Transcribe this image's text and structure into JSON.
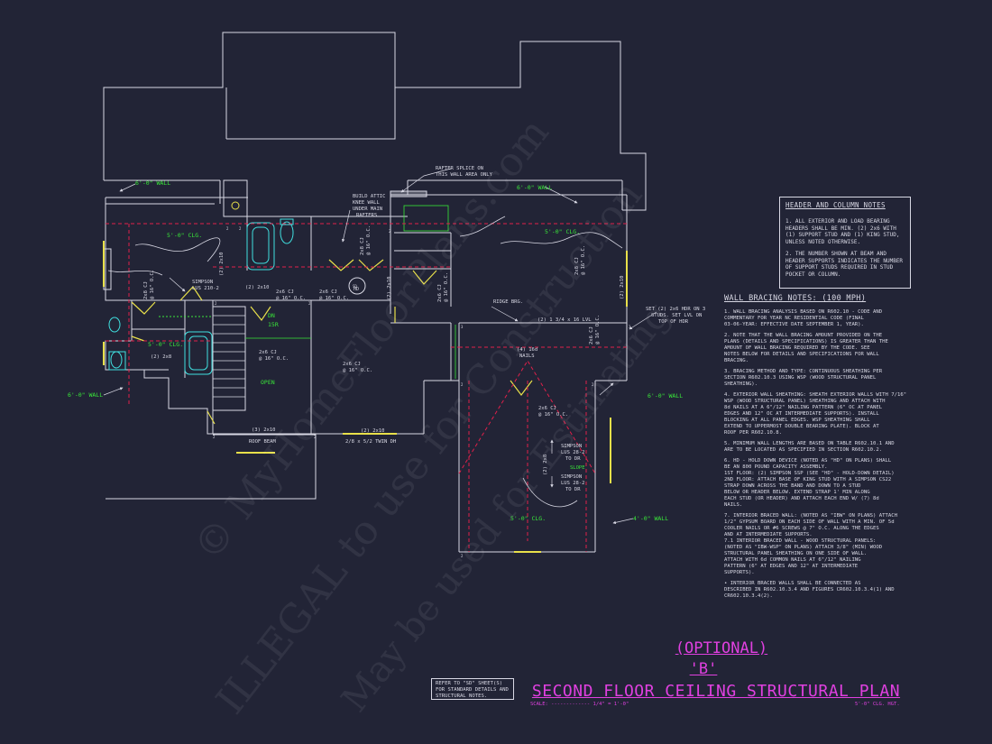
{
  "labels": {
    "wall_6_left": "6'-0\" WALL",
    "wall_6_mid": "6'-0\" WALL",
    "wall_6_right": "6'-0\" WALL",
    "wall_4_right": "4'-0\" WALL",
    "wall_6_far_left": "6'-0\" WALL",
    "clg_left": "5'-0\" CLG.",
    "clg_right": "5'-0\" CLG.",
    "clg_bath": "5'-0\" CLG.",
    "clg_bottom": "5'-0\" CLG.",
    "rafter_splice_1": "RAFTER SPLICE ON",
    "rafter_splice_2": "THIS WALL AREA ONLY",
    "attic_1": "BUILD ATTIC",
    "attic_2": "KNEE WALL",
    "attic_3": "UNDER MAIN",
    "attic_4": "RAFTERS",
    "simpson_lus_1": "SIMPSON",
    "simpson_lus_2": "LUS 210-2",
    "hdr_2x10_a": "(2) 2x10",
    "hdr_2x10_b": "(2) 2x10",
    "hdr_2x10_c": "(2) 2x10",
    "hdr_2x10_d": "(2) 2x10",
    "hdr_2x10_e": "(2) 2x10",
    "hdr_2x10_f": "(2) 2x10",
    "hdr_3_2x10": "(3) 2x10",
    "hdr_2x8": "(2) 2x8",
    "cj_2x6_a": "2x6 CJ",
    "cj_2x6_a2": "@ 16\" O.C.",
    "cj_2x6_b": "2x6 CJ",
    "cj_2x6_b2": "@ 16\" O.C.",
    "cj_2x6_c": "2x6 CJ",
    "cj_2x6_c2": "@ 16\" O.C.",
    "cj_2x6_d": "2x6 CJ",
    "cj_2x6_d2": "@ 16\" O.C.",
    "cj_2x6_e": "2x6 CJ",
    "cj_2x6_e2": "@ 16\" O.C.",
    "cj_2x8_a": "2x8 CJ",
    "cj_2x8_a2": "@ 16\" O.C.",
    "cj_2x8_b": "2x8 CJ",
    "cj_2x8_b2": "@ 16\" O.C.",
    "cj_2x8_c": "2x8 CJ",
    "cj_2x8_c2": "@ 16\" O.C.",
    "hd_label": "HD",
    "hd_sub": "SD",
    "dn": "DN",
    "dn_num": "15R",
    "open": "OPEN",
    "roof_beam": "ROOF BEAM",
    "twin_dh": "2/8 x 5/2 TWIN DH",
    "ridge_brg": "RIDGE BRG.",
    "lvl": "(2) 1 3/4 x 16 LVL",
    "set_hdr_1": "SET (2) 2x6 HDR ON 3",
    "set_hdr_2": "STUDS. SET LVL ON",
    "set_hdr_3": "TOP OF HDR",
    "nails_1": "(4) 16d",
    "nails_2": "NAILS",
    "simp_a1": "SIMPSON",
    "simp_a2": "LUS 28-2",
    "simp_a3": "TO DR",
    "slope": "SLOPE",
    "simp_b1": "SIMPSON",
    "simp_b2": "LUS 28-2",
    "simp_b3": "TO DR"
  },
  "header_notes": {
    "title": "HEADER AND COLUMN NOTES",
    "n1": "1. ALL EXTERIOR AND LOAD BEARING HEADERS SHALL BE MIN. (2) 2x6 WITH (1) SUPPORT STUD AND (1) KING STUD, UNLESS NOTED OTHERWISE.",
    "n2": "2. THE NUMBER SHOWN AT BEAM AND HEADER SUPPORTS INDICATES THE NUMBER OF SUPPORT STUDS REQUIRED IN STUD POCKET OR COLUMN."
  },
  "wall_bracing": {
    "title": "WALL BRACING NOTES: (100 MPH)",
    "n1": "1.   WALL BRACING ANALYSIS BASED ON R602.10 - CODE AND\n      COMMENTARY FOR YEAR NC RESIDENTIAL CODE (FINAL\n      03-06-YEAR: EFFECTIVE DATE SEPTEMBER 1, YEAR).",
    "n2": "2.   NOTE THAT THE WALL BRACING AMOUNT PROVIDED ON THE\n      PLANS (DETAILS AND SPECIFICATIONS) IS GREATER THAN THE\n      AMOUNT OF WALL BRACING REQUIRED BY THE CODE. SEE\n      NOTES BELOW FOR DETAILS AND SPECIFICATIONS FOR WALL\n      BRACING.",
    "n3": "3.   BRACING METHOD AND TYPE: CONTINUOUS SHEATHING PER\n      SECTION R602.10.3 USING WSP (WOOD STRUCTURAL PANEL\n      SHEATHING).",
    "n4": "4.   EXTERIOR WALL SHEATHING: SHEATH EXTERIOR WALLS WITH 7/16\"\n      WSP (WOOD STRUCTURAL PANEL) SHEATHING AND ATTACH WITH\n      8d NAILS AT A 6\"/12\" NAILING PATTERN (6\" OC AT PANEL\n      EDGES AND 12\" OC AT INTERMEDIATE SUPPORTS). INSTALL\n      BLOCKING AT ALL PANEL EDGES. WSP SHEATHING SHALL\n      EXTEND TO UPPERMOST DOUBLE BEARING PLATE). BLOCK AT\n      ROOF PER R602.10.8.",
    "n5": "5.   MINIMUM WALL LENGTHS ARE BASED ON TABLE R602.10.1 AND\n      ARE TO BE LOCATED AS SPECIFIED IN SECTION R602.10.2.",
    "n6": "6.   HD - HOLD DOWN DEVICE (NOTED AS \"HD\" ON PLANS) SHALL\n      BE AN 800 POUND CAPACITY ASSEMBLY.\n      1ST FLOOR: (2) SIMPSON SSP (SEE \"HD\" - HOLD-DOWN DETAIL)\n      2ND FLOOR: ATTACH BASE OF KING STUD WITH A SIMPSON CS22\n      STRAP DOWN ACROSS THE BAND AND DOWN TO A STUD\n      BELOW OR HEADER BELOW. EXTEND STRAP 1' MIN ALONG\n      EACH STUD (OR HEADER) AND ATTACH EACH END W/ (7) 8d\n      NAILS.",
    "n7": "7.   INTERIOR BRACED WALL: (NOTED AS \"IBW\" ON PLANS) ATTACH\n      1/2\" GYPSUM BOARD ON EACH SIDE OF WALL WITH A MIN. OF 5d\n      COOLER NAILS OR #6 SCREWS @ 7\" O.C. ALONG THE EDGES\n      AND AT INTERMEDIATE SUPPORTS.\n   7.1     INTERIOR BRACED WALL - WOOD STRUCTURAL PANELS:\n      (NOTED AS \"IBW-WSP\" ON PLANS) ATTACH 3/8\" (MIN) WOOD\n      STRUCTURAL PANEL SHEATHING ON ONE SIDE OF WALL.\n      ATTACH WITH 6d COMMON NAILS AT 6\"/12\" NAILING\n      PATTERN (6\" AT EDGES AND 12\" AT INTERMEDIATE\n      SUPPORTS).",
    "n8": "•    INTERIOR BRACED WALLS SHALL BE CONNECTED AS\n      DESCRIBED IN R602.10.3.4 AND FIGURES CR602.10.3.4(1) AND\n      CR602.10.3.4(2)."
  },
  "ref_note": "REFER TO \"SD\" SHEET(S) FOR STANDARD DETAILS AND STRUCTURAL NOTES.",
  "title": {
    "optional": "(OPTIONAL)",
    "option": "'B'",
    "main": "SECOND FLOOR CEILING STRUCTURAL PLAN",
    "scale": "SCALE: ------------- 1/4\" = 1'-0\"",
    "clg_hgt": "5'-0\" CLG. HGT."
  },
  "watermarks": {
    "w1": "© MyHomeFloorPlans.com",
    "w2": "ILLEGAL to use for Construction",
    "w3": "May be used for Estimating"
  },
  "colors": {
    "background": "#222436",
    "linework": "#d8d8e4",
    "green_text": "#39e639",
    "magenta": "#e040e0",
    "red_dash": "#e0204a",
    "yellow": "#e8e04a",
    "cyan": "#40e0e0"
  }
}
